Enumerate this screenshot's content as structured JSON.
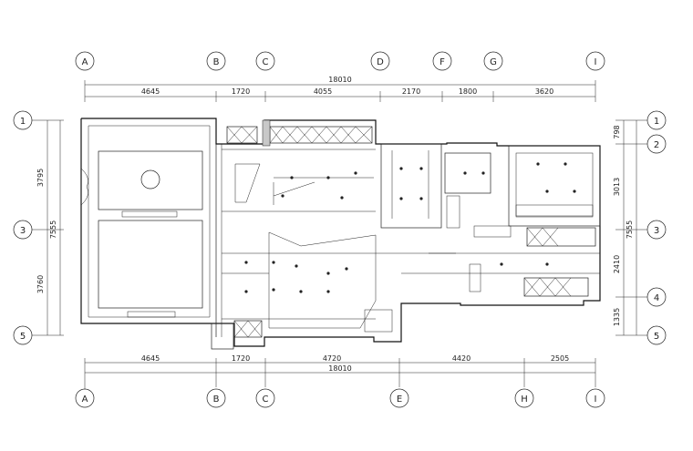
{
  "grid": {
    "top_axes": [
      "A",
      "B",
      "C",
      "D",
      "F",
      "G",
      "I"
    ],
    "bottom_axes": [
      "A",
      "B",
      "C",
      "E",
      "H",
      "I"
    ],
    "left_axes": [
      "1",
      "3",
      "5"
    ],
    "right_axes": [
      "1",
      "2",
      "3",
      "4",
      "5"
    ]
  },
  "dims": {
    "top_total": "18010",
    "top_segments": [
      "4645",
      "1720",
      "4055",
      "2170",
      "1800",
      "3620"
    ],
    "bottom_total": "18010",
    "bottom_segments": [
      "4645",
      "1720",
      "4720",
      "4420",
      "2505"
    ],
    "left_total": "7555",
    "left_segments": [
      "3795",
      "3760"
    ],
    "right_total": "7555",
    "right_segments": [
      "798",
      "3013",
      "2410",
      "1335"
    ]
  },
  "colors": {
    "line": "#222222",
    "panel_fill": "#c8c8c8",
    "background": "#ffffff"
  }
}
